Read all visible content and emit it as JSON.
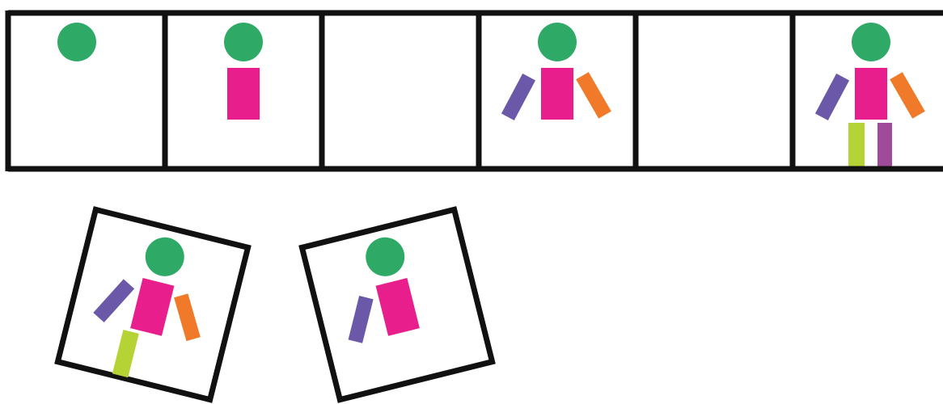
{
  "colors": {
    "frame": "#111111",
    "background": "#ffffff",
    "head": "#2eaa66",
    "body": "#e81e8c",
    "left_arm": "#6b58a8",
    "right_arm": "#f07a2a",
    "left_leg": "#b5d334",
    "right_leg": "#a04a9a"
  },
  "sequence": {
    "frame_count": 6,
    "frames": [
      {
        "parts": [
          "head"
        ]
      },
      {
        "parts": [
          "head",
          "body"
        ]
      },
      {
        "parts": []
      },
      {
        "parts": [
          "head",
          "body",
          "left_arm",
          "right_arm"
        ]
      },
      {
        "parts": []
      },
      {
        "parts": [
          "head",
          "body",
          "left_arm",
          "right_arm",
          "left_leg",
          "right_leg"
        ]
      }
    ]
  },
  "options": [
    {
      "parts": [
        "head",
        "body",
        "left_arm",
        "right_arm",
        "left_leg"
      ]
    },
    {
      "parts": [
        "head",
        "body",
        "left_arm"
      ]
    }
  ]
}
